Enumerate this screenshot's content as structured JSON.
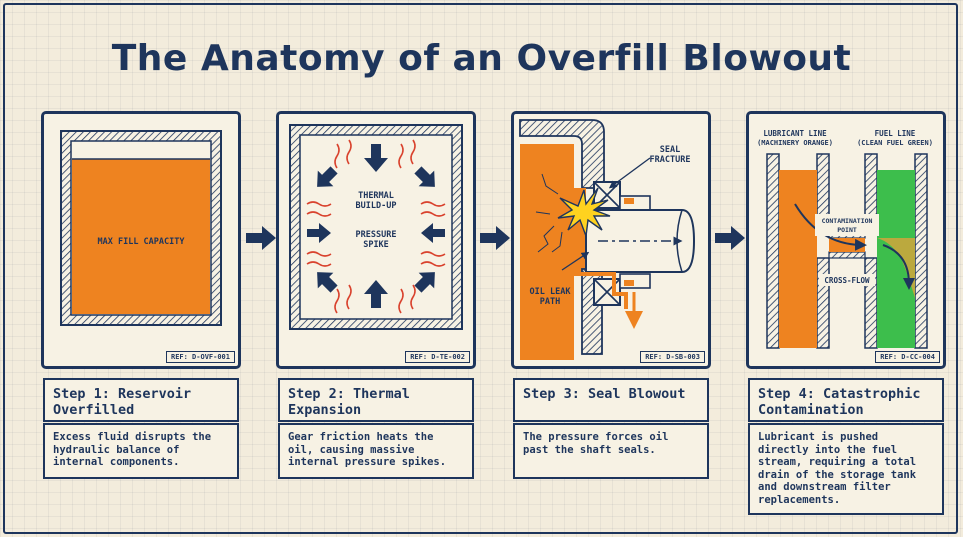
{
  "title": "The Anatomy of an Overfill Blowout",
  "colors": {
    "navy": "#1e355c",
    "orange": "#ee8320",
    "green": "#3dbe4c",
    "cream": "#f3ecdc",
    "heat_red": "#d9432e"
  },
  "panels": [
    {
      "labels": {
        "max_fill": "MAX FILL CAPACITY"
      },
      "ref": "REF: D-OVF-001",
      "step_title": "Step 1: Reservoir Overfilled",
      "description": "Excess fluid disrupts the hydraulic balance of internal components."
    },
    {
      "labels": {
        "thermal_1": "THERMAL",
        "thermal_2": "BUILD-UP",
        "pressure_1": "PRESSURE",
        "pressure_2": "SPIKE"
      },
      "ref": "REF: D-TE-002",
      "step_title": "Step 2: Thermal Expansion",
      "description": "Gear friction heats the oil, causing massive internal pressure spikes."
    },
    {
      "labels": {
        "seal_1": "SEAL",
        "seal_2": "FRACTURE",
        "leak_1": "OIL LEAK",
        "leak_2": "PATH"
      },
      "ref": "REF: D-SB-003",
      "step_title": "Step 3: Seal Blowout",
      "description": "The pressure forces oil past the shaft seals."
    },
    {
      "labels": {
        "lub_1": "LUBRICANT LINE",
        "lub_2": "(MACHINERY ORANGE)",
        "fuel_1": "FUEL LINE",
        "fuel_2": "(CLEAN FUEL GREEN)",
        "contam_1": "CONTAMINATION",
        "contam_2": "POINT",
        "cross": "CROSS-FLOW"
      },
      "ref": "REF: D-CC-004",
      "step_title": "Step 4: Catastrophic Contamination",
      "description": "Lubricant is pushed directly into the fuel stream, requiring a total drain of the storage tank and downstream filter replacements."
    }
  ]
}
